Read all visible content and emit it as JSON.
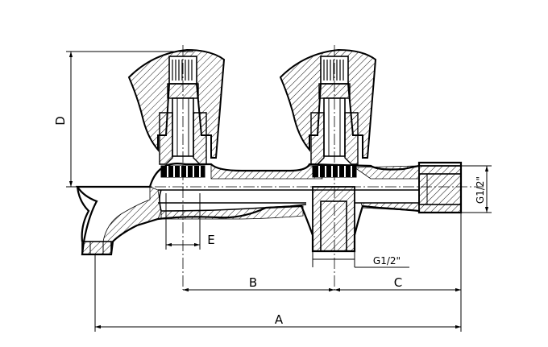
{
  "labels": {
    "dim_a": "A",
    "dim_b": "B",
    "dim_c": "C",
    "dim_d": "D",
    "dim_e": "E",
    "thread_bottom": "G1/2\"",
    "thread_side": "G1/2\""
  },
  "colors": {
    "line": "#000000",
    "background": "#ffffff"
  }
}
